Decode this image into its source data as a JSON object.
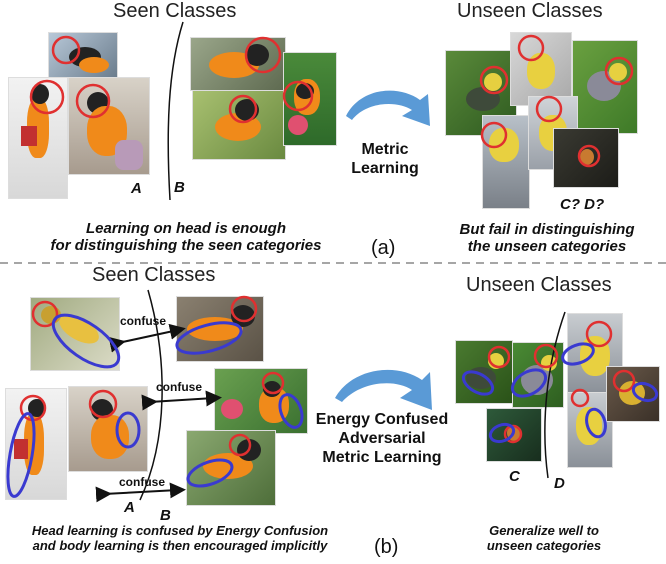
{
  "panel_a": {
    "seen_title": "Seen Classes",
    "unseen_title": "Unseen Classes",
    "label_a": "A",
    "label_b": "B",
    "label_cd": "C? D?",
    "arrow_label": "Metric\nLearning",
    "caption_left": "Learning on head is enough\nfor distinguishing the seen categories",
    "caption_right": "But fail in distinguishing\nthe unseen categories",
    "sub_label": "(a)"
  },
  "panel_b": {
    "seen_title": "Seen Classes",
    "unseen_title": "Unseen Classes",
    "confuse_1": "confuse",
    "confuse_2": "confuse",
    "confuse_3": "confuse",
    "label_a": "A",
    "label_b": "B",
    "label_c": "C",
    "label_d": "D",
    "arrow_label": "Energy Confused\nAdversarial\nMetric Learning",
    "caption_left": "Head learning is confused by Energy Confusion\nand body learning is then encouraged implicitly",
    "caption_right": "Generalize well to\nunseen categories",
    "sub_label": "(b)"
  },
  "colors": {
    "head_circle": "#e03030",
    "body_ellipse": "#3a3ad0",
    "arrow": "#5a9ad6",
    "divider": "#888888"
  }
}
